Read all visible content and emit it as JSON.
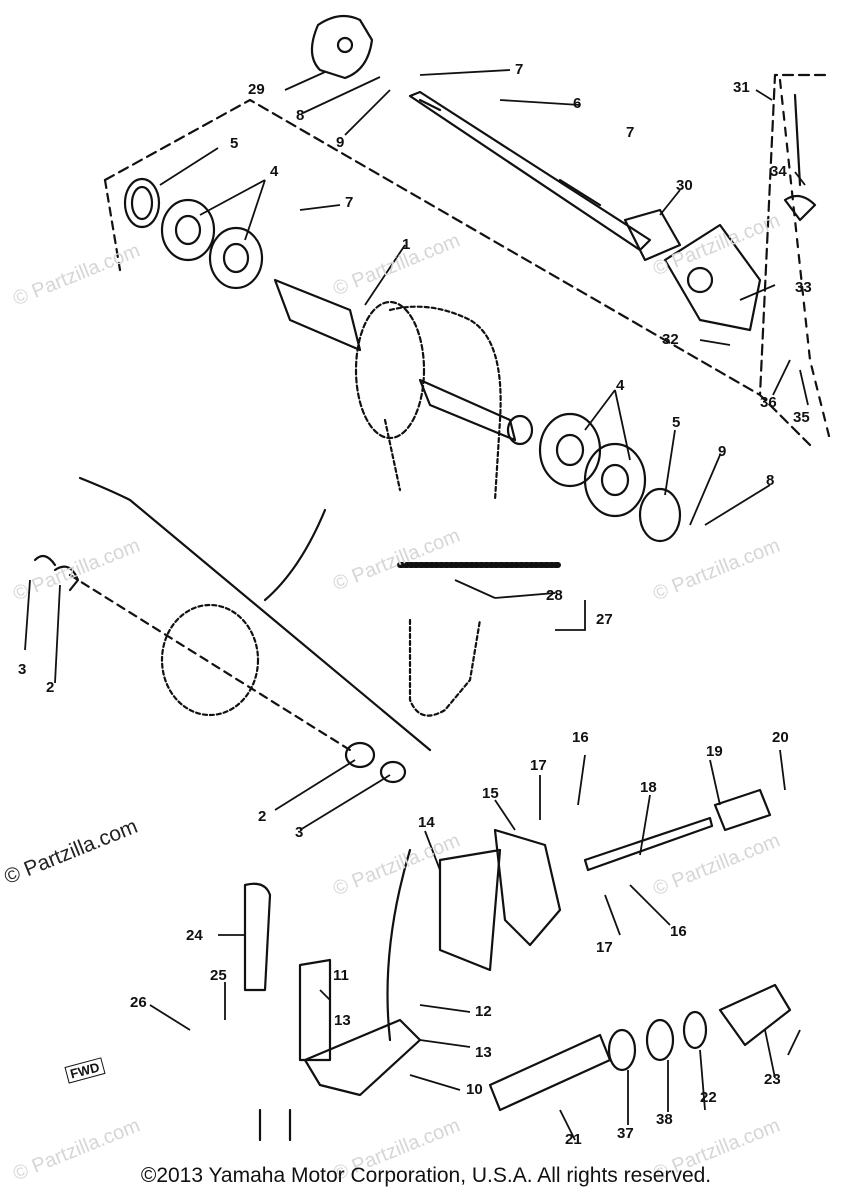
{
  "watermark": "© Partzilla.com",
  "copyright": "©2013 Yamaha Motor Corporation, U.S.A. All rights reserved.",
  "fwd_label": "FWD",
  "callouts": [
    "1",
    "2",
    "2",
    "3",
    "3",
    "4",
    "4",
    "5",
    "5",
    "6",
    "7",
    "7",
    "7",
    "8",
    "8",
    "9",
    "9",
    "10",
    "11",
    "12",
    "13",
    "13",
    "14",
    "15",
    "16",
    "16",
    "17",
    "17",
    "18",
    "19",
    "20",
    "21",
    "22",
    "23",
    "24",
    "25",
    "26",
    "27",
    "28",
    "29",
    "30",
    "31",
    "32",
    "33",
    "34",
    "35",
    "36",
    "37",
    "38"
  ]
}
